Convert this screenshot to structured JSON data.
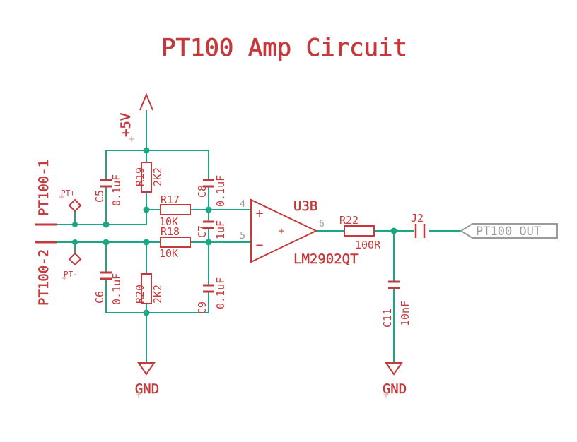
{
  "title": "PT100 Amp Circuit",
  "colors": {
    "background": "#ffffff",
    "wire": "#1ba784",
    "component": "#c4393b",
    "muted": "#9a9a9a"
  },
  "power": {
    "vcc": "+5V",
    "gnd_left": "GND",
    "gnd_right": "GND"
  },
  "connector": {
    "pin1": "PT100-1",
    "pin2": "PT100-2"
  },
  "testpoints": {
    "top": "PT+",
    "bottom": "PT-"
  },
  "parts": {
    "r19": {
      "name": "R19",
      "value": "2K2"
    },
    "r20": {
      "name": "R20",
      "value": "2K2"
    },
    "r17": {
      "name": "R17",
      "value": "10K"
    },
    "r18": {
      "name": "R18",
      "value": "10K"
    },
    "r22": {
      "name": "R22",
      "value": "100R"
    },
    "c5": {
      "name": "C5",
      "value": "0.1uF"
    },
    "c6": {
      "name": "C6",
      "value": "0.1uF"
    },
    "c7": {
      "name": "C7",
      "value": "1uF"
    },
    "c8": {
      "name": "C8",
      "value": "0.1uF"
    },
    "c9": {
      "name": "C9",
      "value": "0.1uF"
    },
    "c11": {
      "name": "C11",
      "value": "10nF"
    },
    "j2": {
      "name": "J2"
    },
    "u3b": {
      "name": "U3B",
      "value": "LM2902QT",
      "pin_noninverting": "4",
      "pin_inverting": "5",
      "pin_output": "6",
      "plus_sign": "+",
      "minus_sign": "−",
      "center_plus": "+"
    }
  },
  "net_flags": {
    "output": "PT100_OUT"
  }
}
